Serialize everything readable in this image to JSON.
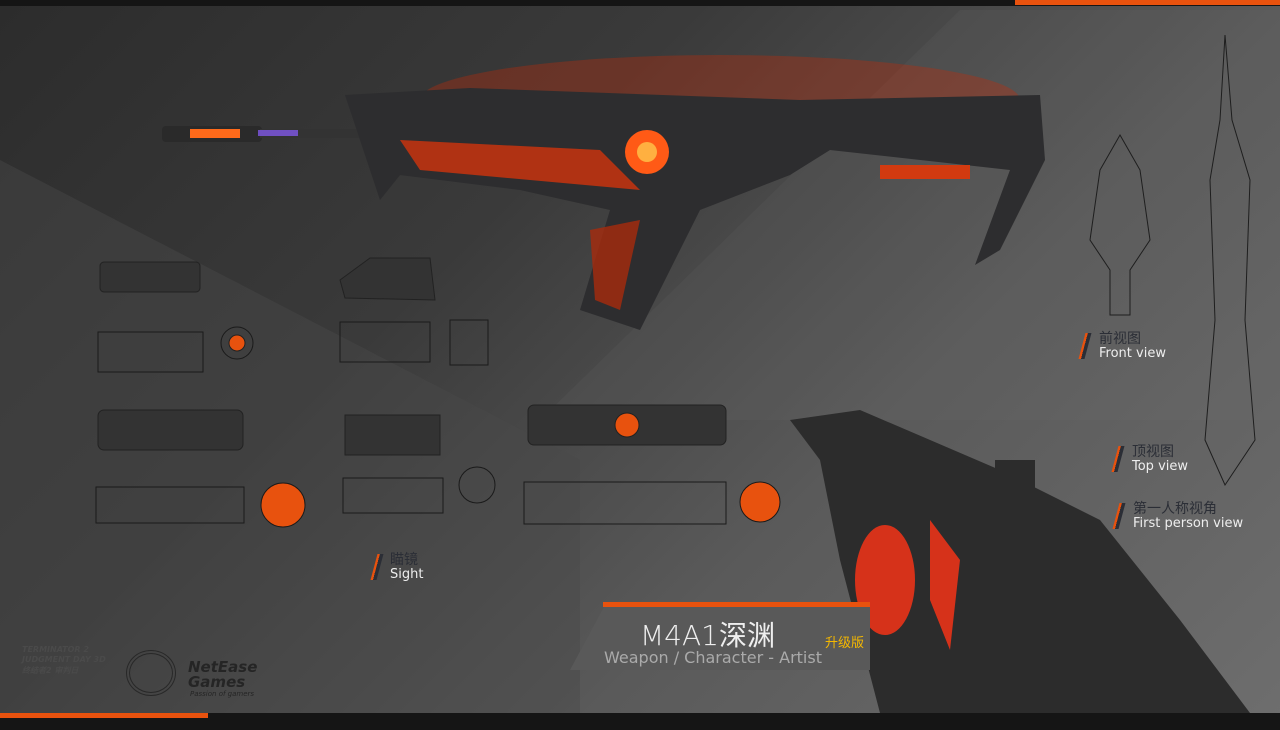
{
  "title": "M4A1深渊",
  "badge": "升级版",
  "subtitle": "Weapon / Character - Artist",
  "views": [
    {
      "cn": "前视图",
      "en": "Front view"
    },
    {
      "cn": "顶视图",
      "en": "Top view"
    },
    {
      "cn": "第一人称视角",
      "en": "First person view"
    }
  ],
  "sight_label": {
    "cn": "瞄镜",
    "en": "Sight"
  },
  "logos": {
    "terminator": "TERMINATOR 2 JUDGMENT DAY 3D 终结者2 审判日",
    "netease_name": "NetEase Games",
    "netease_tagline": "Passion of gamers"
  },
  "colors": {
    "accent": "#e8520e",
    "lava": "#ff4a12",
    "badge": "#f5b800"
  }
}
